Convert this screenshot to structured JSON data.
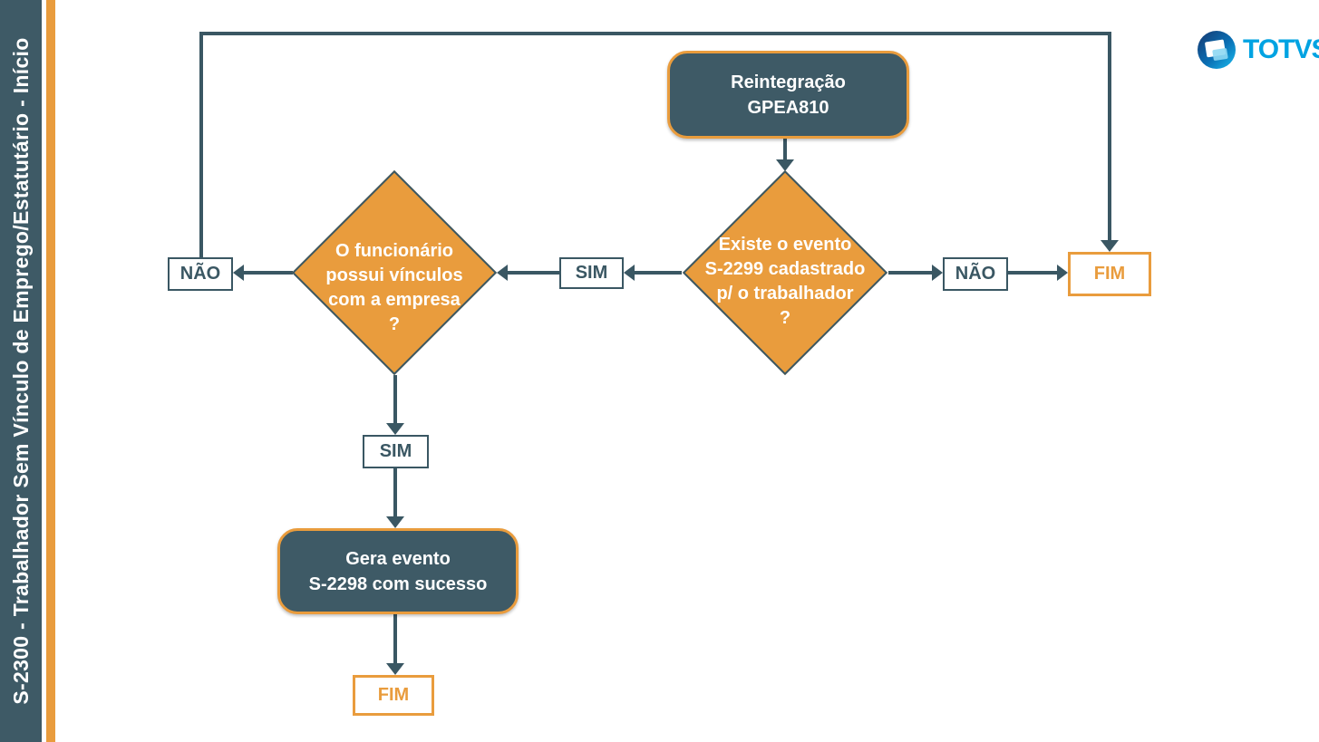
{
  "sidebar": {
    "title": "S-2300 - Trabalhador Sem Vínculo de Emprego/Estatutário - Início"
  },
  "logo": {
    "text": "TOTVS"
  },
  "colors": {
    "slate": "#3E5A66",
    "orange": "#E99C3D",
    "totvs_blue": "#00A3E2",
    "background": "#FFFFFF"
  },
  "flowchart": {
    "start": {
      "lines": [
        "Reintegração",
        "GPEA810"
      ]
    },
    "decision_exists_s2299": {
      "lines": [
        "Existe o evento",
        "S-2299 cadastrado",
        "p/ o trabalhador",
        "?"
      ]
    },
    "decision_vinculos": {
      "lines": [
        "O funcionário",
        "possui vínculos",
        "com a empresa",
        "?"
      ]
    },
    "label_nao_left": "NÃO",
    "label_sim_middle": "SIM",
    "label_nao_right": "NÃO",
    "label_sim_bottom": "SIM",
    "process_gera": {
      "lines": [
        "Gera evento",
        "S-2298 com sucesso"
      ]
    },
    "end_right": "FIM",
    "end_bottom": "FIM"
  }
}
